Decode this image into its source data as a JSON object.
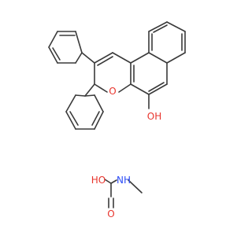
{
  "molecule": {
    "labels": {
      "ring_oxygen": "O",
      "hydroxyl": "OH",
      "carbamic_hydroxyl": "HO",
      "carbonyl_oxygen": "O",
      "amine": "NH"
    },
    "colors": {
      "bond": "#3a3a3a",
      "oxygen": "#e8342c",
      "nitrogen": "#3050f8"
    }
  }
}
